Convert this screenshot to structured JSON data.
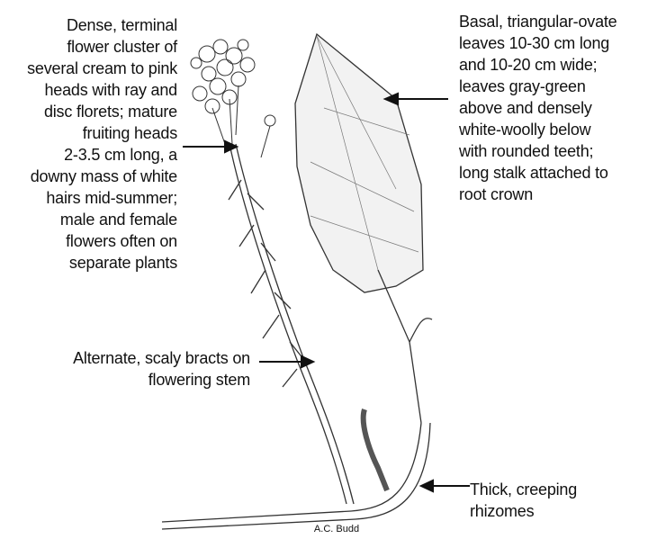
{
  "labels": {
    "flower": "Dense, terminal\nflower cluster of\nseveral cream to pink\nheads with ray and\ndisc florets; mature\nfruiting heads\n2-3.5 cm long, a\ndowny mass of white\nhairs mid-summer;\nmale and female\nflowers often on\nseparate plants",
    "leaves": "Basal, triangular-ovate\nleaves 10-30 cm long\nand 10-20 cm wide;\nleaves gray-green\nabove and densely\nwhite-woolly below\nwith rounded teeth;\nlong stalk attached to\nroot crown",
    "bracts": "Alternate, scaly bracts on\nflowering stem",
    "rhizomes": "Thick, creeping\nrhizomes"
  },
  "credit": "A.C. Budd",
  "colors": {
    "ink": "#111111",
    "line": "#333333",
    "shade": "#555555"
  }
}
